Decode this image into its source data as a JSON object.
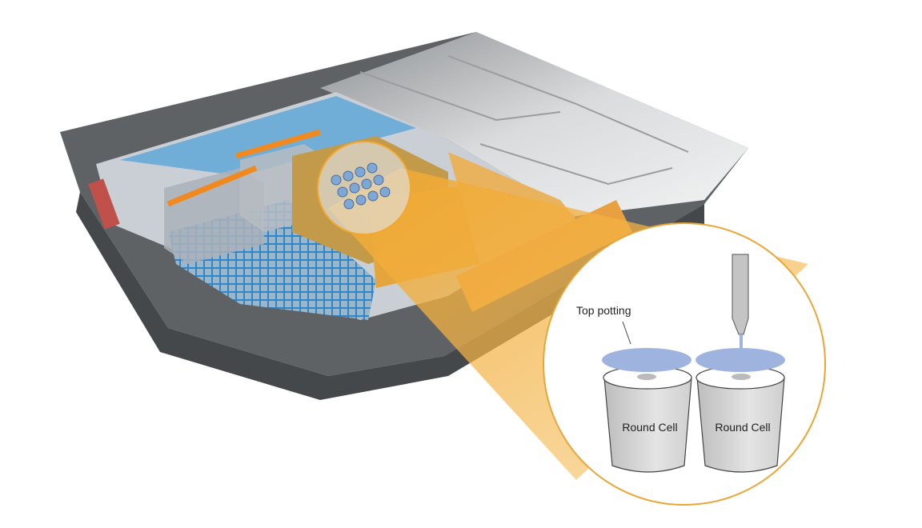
{
  "diagram": {
    "subject": "battery-pack-cutaway",
    "callout": {
      "label": "Top potting",
      "cells": [
        {
          "label": "Round Cell"
        },
        {
          "label": "Round Cell"
        }
      ]
    },
    "colors": {
      "accent": "#f0a830",
      "potting": "#9fb3df",
      "cooling": "#3a8fd0",
      "lid": "#c8cacc",
      "housing": "#6a6d70"
    }
  }
}
